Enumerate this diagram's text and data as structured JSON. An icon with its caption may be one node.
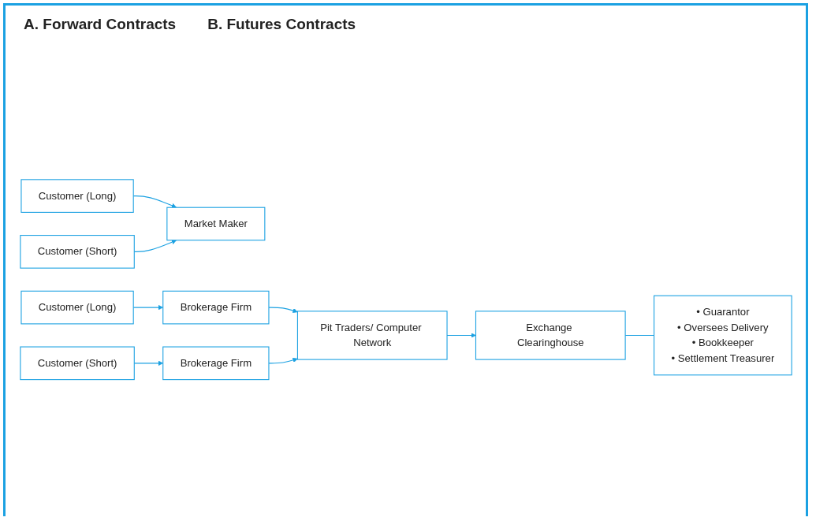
{
  "diagram": {
    "nodes": [
      {
        "text": [
          "Customer (Long)"
        ]
      },
      {
        "text": [
          "Market Maker"
        ]
      },
      {
        "text": [
          "Customer (Short)"
        ]
      },
      {
        "text": [
          "Customer (Long)"
        ]
      },
      {
        "text": [
          "Brokerage Firm"
        ]
      },
      {
        "text": [
          "Pit Traders/ Computer Network"
        ]
      },
      {
        "text": [
          "Exchange Clearinghouse"
        ]
      },
      {
        "text": [
          "• Guarantor",
          "• Oversees Delivery",
          "• Bookkeeper",
          "• Settlement Treasurer"
        ]
      },
      {
        "text": [
          "Customer (Short)"
        ]
      },
      {
        "text": [
          "Brokerage Firm"
        ]
      }
    ],
    "edges": [
      {
        "from": 0,
        "to": 1,
        "arrow": "to"
      },
      {
        "from": 2,
        "to": 1,
        "arrow": "to"
      },
      {
        "from": 3,
        "to": 4,
        "arrow": "to"
      },
      {
        "from": 4,
        "to": 5,
        "arrow": "to"
      },
      {
        "from": 5,
        "to": 6,
        "arrow": "to"
      },
      {
        "from": 6,
        "to": 7,
        "arrow": "none"
      },
      {
        "from": 8,
        "to": 9,
        "arrow": "to"
      },
      {
        "from": 9,
        "to": 5,
        "arrow": "to"
      }
    ],
    "labels": [
      "A. Forward Contracts",
      "B. Futures Contracts"
    ]
  }
}
